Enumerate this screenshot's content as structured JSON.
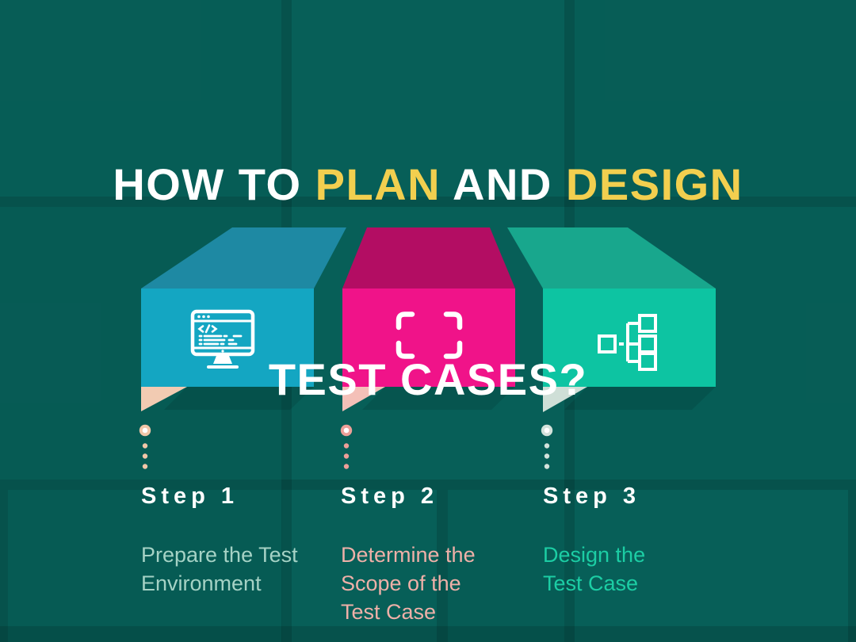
{
  "title": {
    "line1_parts": [
      {
        "text": "HOW TO ",
        "style": "white"
      },
      {
        "text": "PLAN",
        "style": "yellow"
      },
      {
        "text": " AND ",
        "style": "white"
      },
      {
        "text": "DESIGN",
        "style": "yellow"
      }
    ],
    "line2": "TEST CASES?"
  },
  "colors": {
    "background": "#075f58",
    "grid_line": "#0b4f4a",
    "title_white": "#ffffff",
    "title_yellow": "#f2cf4f",
    "icon_stroke": "#ffffff"
  },
  "steps": [
    {
      "label": "Step 1",
      "description": "Prepare the Test Environment",
      "icon": "monitor-code-icon",
      "front_color": "#14a6c2",
      "top_color": "#1e89a3",
      "triangle_color": "#f2cbb2",
      "dot_color": "#f0c6a8",
      "description_color": "#a5d2c5"
    },
    {
      "label": "Step 2",
      "description": "Determine the Scope of the Test Case",
      "icon": "viewfinder-icon",
      "front_color": "#f01389",
      "top_color": "#b30d63",
      "triangle_color": "#f4c0b8",
      "dot_color": "#ec9f98",
      "description_color": "#eeb0a8"
    },
    {
      "label": "Step 3",
      "description": "Design the Test Case",
      "icon": "hierarchy-icon",
      "front_color": "#0dc4a2",
      "top_color": "#18a78d",
      "triangle_color": "#cfdfd7",
      "dot_color": "#d3e2db",
      "description_color": "#1ccda4"
    }
  ]
}
